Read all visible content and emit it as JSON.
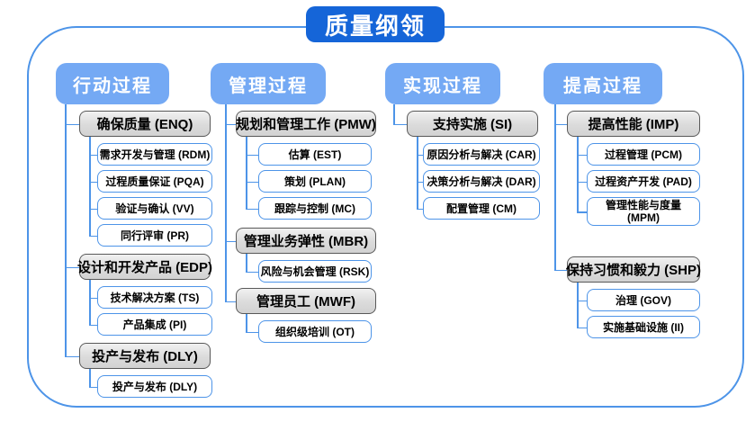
{
  "title": "质量纲领",
  "colors": {
    "title_bg": "#1565D8",
    "header_bg": "#74A9F4",
    "frame_border": "#4D94E8",
    "connector": "#4D94E8",
    "group_fill": "#DBDBDB",
    "group_border": "#595959",
    "child_border": "#4D94E8"
  },
  "columns": [
    {
      "id": "action-process",
      "header": "行动过程",
      "groups": [
        {
          "label": "确保质量 (ENQ)",
          "children": [
            "需求开发与管理 (RDM)",
            "过程质量保证 (PQA)",
            "验证与确认 (VV)",
            "同行评审 (PR)"
          ]
        },
        {
          "label": "设计和开发产品 (EDP)",
          "children": [
            "技术解决方案 (TS)",
            "产品集成 (PI)"
          ]
        },
        {
          "label": "投产与发布 (DLY)",
          "children": [
            "投产与发布 (DLY)"
          ]
        }
      ]
    },
    {
      "id": "management-process",
      "header": "管理过程",
      "groups": [
        {
          "label": "规划和管理工作 (PMW)",
          "children": [
            "估算 (EST)",
            "策划 (PLAN)",
            "跟踪与控制 (MC)"
          ]
        },
        {
          "label": "管理业务弹性 (MBR)",
          "children": [
            "风险与机会管理 (RSK)"
          ]
        },
        {
          "label": "管理员工 (MWF)",
          "children": [
            "组织级培训 (OT)"
          ]
        }
      ]
    },
    {
      "id": "realization-process",
      "header": "实现过程",
      "groups": [
        {
          "label": "支持实施 (SI)",
          "children": [
            "原因分析与解决 (CAR)",
            "决策分析与解决 (DAR)",
            "配置管理 (CM)"
          ]
        }
      ]
    },
    {
      "id": "improvement-process",
      "header": "提高过程",
      "groups": [
        {
          "label": "提高性能 (IMP)",
          "children": [
            "过程管理 (PCM)",
            "过程资产开发 (PAD)",
            "管理性能与度量\n(MPM)"
          ]
        },
        {
          "label": "保持习惯和毅力 (SHP)",
          "children": [
            "治理 (GOV)",
            "实施基础设施 (II)"
          ]
        }
      ]
    }
  ]
}
